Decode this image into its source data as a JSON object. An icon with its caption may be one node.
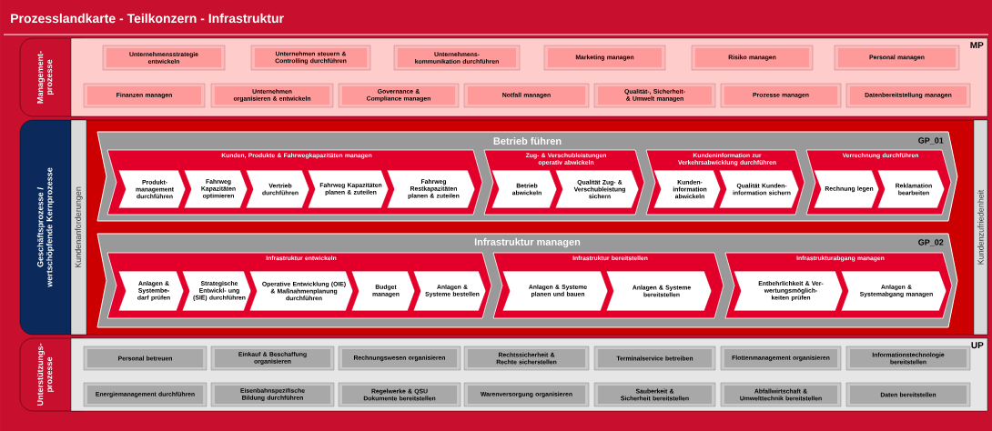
{
  "diagram": {
    "title": "Prozesslandkarte - Teilkonzern - Infrastruktur",
    "nodes": [
      {
        "text": [
          "Management- prozesse",
          "MP"
        ]
      },
      {
        "text": [
          "Unternehmensstrategie entwickeln"
        ],
        "in": 0
      },
      {
        "text": [
          "Unternehmen steuern & Controlling durchführen"
        ],
        "in": 0
      },
      {
        "text": [
          "Unternehmens- kommunikation durchführen"
        ],
        "in": 0
      },
      {
        "text": [
          "Marketing managen"
        ],
        "in": 0
      },
      {
        "text": [
          "Risiko managen"
        ],
        "in": 0
      },
      {
        "text": [
          "Personal managen"
        ],
        "in": 0
      },
      {
        "text": [
          "Finanzen managen"
        ],
        "in": 0
      },
      {
        "text": [
          "Unternehmen organisieren & entwickeln"
        ],
        "in": 0
      },
      {
        "text": [
          "Governance & Compliance managen"
        ],
        "in": 0
      },
      {
        "text": [
          "Notfall managen"
        ],
        "in": 0
      },
      {
        "text": [
          "Qualität-, Sicherheit- & Umwelt managen"
        ],
        "in": 0
      },
      {
        "text": [
          "Prozesse managen"
        ],
        "in": 0
      },
      {
        "text": [
          "Datenbereitstellung managen"
        ],
        "in": 0
      },
      {
        "text": [
          "Geschäftsprozesse / wertschöpfende Kernprozesse"
        ]
      },
      {
        "text": [
          "Kundenanforderungen"
        ],
        "in": 14
      },
      {
        "text": [
          "Betrieb führen",
          "GP_01"
        ],
        "in": 14
      },
      {
        "text": [
          "Kunden, Produkte & Fahrwegkapazitäten managen"
        ],
        "in": 16
      },
      {
        "text": [
          "Produkt- management durchführen"
        ],
        "in": 17
      },
      {
        "text": [
          "Fahrweg Kapazitäten optimieren"
        ],
        "in": 17
      },
      {
        "text": [
          "Vertrieb durchführen"
        ],
        "in": 17
      },
      {
        "text": [
          "Fahrweg Kapazitäten planen & zuteilen"
        ],
        "in": 17
      },
      {
        "text": [
          "Fahrweg Restkapazitäten planen & zuteilen"
        ],
        "in": 17
      },
      {
        "text": [
          "Zug- & Verschubleistungen operativ abwickeln"
        ],
        "in": 16
      },
      {
        "text": [
          "Betrieb abwickeln"
        ],
        "in": 23
      },
      {
        "text": [
          "Qualität Zug- & Verschubleistung sichern"
        ],
        "in": 23
      },
      {
        "text": [
          "Kundeninformation zur Verkehrsabwicklung durchführen"
        ],
        "in": 16
      },
      {
        "text": [
          "Kunden- information abwickeln"
        ],
        "in": 26
      },
      {
        "text": [
          "Qualität Kunden- information sichern"
        ],
        "in": 26
      },
      {
        "text": [
          "Verrechnung durchführen"
        ],
        "in": 16
      },
      {
        "text": [
          "Rechnung legen"
        ],
        "in": 29
      },
      {
        "text": [
          "Reklamation bearbeiten"
        ],
        "in": 29
      },
      {
        "text": [
          "Infrastruktur managen",
          "GP_02"
        ],
        "in": 14
      },
      {
        "text": [
          "Infrastruktur entwickeln"
        ],
        "in": 32
      },
      {
        "text": [
          "Anlagen & Systembe- darf prüfen"
        ],
        "in": 33
      },
      {
        "text": [
          "Strategische Entwickl- ung (SIE) durchführen"
        ],
        "in": 33
      },
      {
        "text": [
          "Operative Entwicklung (OIE) & Maßnahmenplanung durchführen"
        ],
        "in": 33
      },
      {
        "text": [
          "Budget managen"
        ],
        "in": 33
      },
      {
        "text": [
          "Anlagen & Systeme bestellen"
        ],
        "in": 33
      },
      {
        "text": [
          "Infrastruktur bereitstellen"
        ],
        "in": 32
      },
      {
        "text": [
          "Anlagen & Systeme planen und bauen"
        ],
        "in": 39
      },
      {
        "text": [
          "Anlagen & Systeme bereitstellen"
        ],
        "in": 39
      },
      {
        "text": [
          "Infrastrukturabgang managen"
        ],
        "in": 32
      },
      {
        "text": [
          "Entbehrlichkeit & Ver- wertungsmöglich- keiten prüfen"
        ],
        "in": 42
      },
      {
        "text": [
          "Anlagen & Systemabgang managen"
        ],
        "in": 42
      },
      {
        "text": [
          "Kundenzufriedenheit"
        ],
        "in": 14
      },
      {
        "text": [
          "Unterstützungs- prozesse",
          "UP"
        ]
      },
      {
        "text": [
          "Personal betreuen"
        ],
        "in": 46
      },
      {
        "text": [
          "Einkauf & Beschaffung organisieren"
        ],
        "in": 46
      },
      {
        "text": [
          "Rechnungswesen organisieren"
        ],
        "in": 46
      },
      {
        "text": [
          "Rechtssicherheit & Rechte sicherstellen"
        ],
        "in": 46
      },
      {
        "text": [
          "Terminalservice betreiben"
        ],
        "in": 46
      },
      {
        "text": [
          "Flottenmanagement organisieren"
        ],
        "in": 46
      },
      {
        "text": [
          "Informationstechnologie bereitstellen"
        ],
        "in": 46
      },
      {
        "text": [
          "Energiemanagement durchführen"
        ],
        "in": 46
      },
      {
        "text": [
          "Eisenbahnspezifische Bildung durchführen"
        ],
        "in": 46
      },
      {
        "text": [
          "Regelwerke & QSU Dokumente bereitstellen"
        ],
        "in": 46
      },
      {
        "text": [
          "Warenversorgung organisieren"
        ],
        "in": 46
      },
      {
        "text": [
          "Sauberkeit & Sicherheit bereitstellen"
        ],
        "in": 46
      },
      {
        "text": [
          "Abfallwirtschaft & Umwelttechnik bereitstellen"
        ],
        "in": 46
      },
      {
        "text": [
          "Daten bereitstellen"
        ],
        "in": 46
      }
    ]
  }
}
